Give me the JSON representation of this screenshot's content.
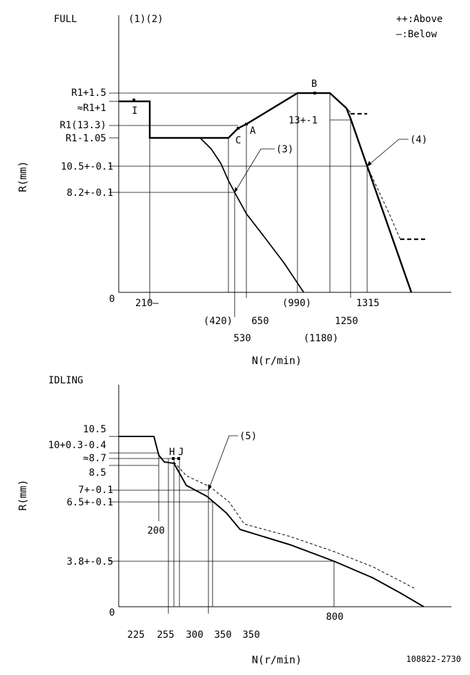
{
  "legend": {
    "above": "++:Above",
    "below": "—:Below"
  },
  "footer_code": "108822-2730",
  "full": {
    "title": "FULL",
    "refs": "(1)(2)",
    "y_axis_label": "R(mm)",
    "x_axis_label": "N(r/min)",
    "origin": "0",
    "y_ticks": [
      "R1+1.5",
      "≈R1+1",
      "R1(13.3)",
      "R1-1.05",
      "10.5+-0.1",
      "8.2+-0.1"
    ],
    "x_ticks": [
      "210—",
      "(420)",
      "530",
      "650",
      "(990)",
      "(1180)",
      "1250",
      "1315"
    ],
    "point_labels": {
      "I": "I",
      "C": "C",
      "A": "A",
      "B": "B"
    },
    "callouts": {
      "c3": "(3)",
      "c4": "(4)",
      "c13": "13+-1"
    }
  },
  "idling": {
    "title": "IDLING",
    "y_axis_label": "R(mm)",
    "x_axis_label": "N(r/min)",
    "origin": "0",
    "y_ticks": [
      "10.5",
      "10+0.3-0.4",
      "≈8.7",
      "8.5",
      "7+-0.1",
      "6.5+-0.1",
      "3.8+-0.5"
    ],
    "x_ticks": [
      "200",
      "225",
      "255",
      "300",
      "350",
      "350",
      "800"
    ],
    "point_labels": {
      "H": "H",
      "J": "J"
    },
    "callouts": {
      "c5": "(5)"
    }
  }
}
